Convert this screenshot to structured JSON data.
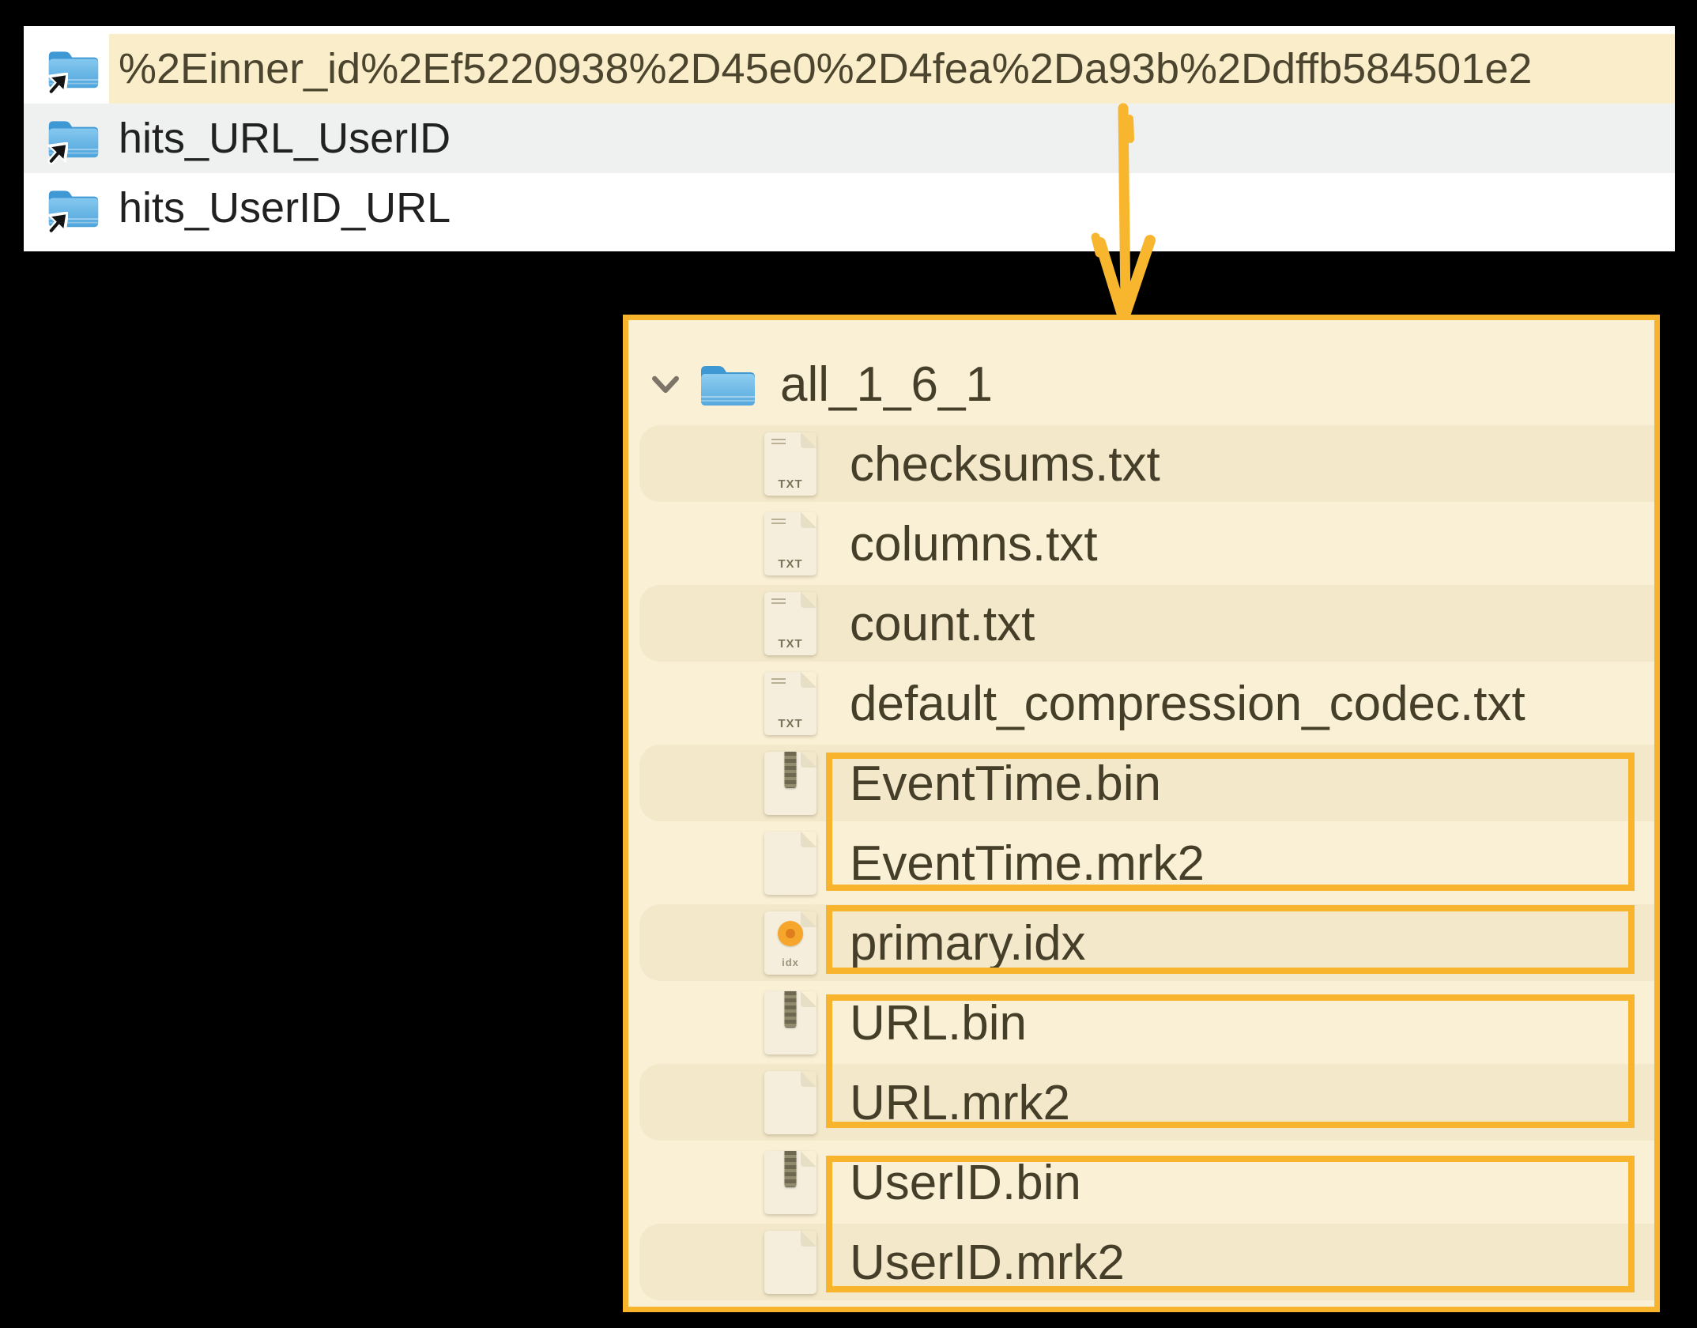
{
  "colors": {
    "accent_amber": "#F7B42C",
    "panel_cream": "#FAF0D6",
    "stripe_cream": "#F3E8CA",
    "selection_highlight": "#FAEDCA",
    "alt_row_gray": "#EFF1F0",
    "top_text": "#212121",
    "selected_text": "#4B452F",
    "bottom_text": "#453F29",
    "folder_blue": "#58ABDF"
  },
  "top_panel": {
    "rows": [
      {
        "label": "%2Einner_id%2Ef5220938%2D45e0%2D4fea%2Da93b%2Ddffb584501e2",
        "icon": "folder-alias-icon",
        "highlighted": true
      },
      {
        "label": "hits_URL_UserID",
        "icon": "folder-alias-icon",
        "highlighted": false
      },
      {
        "label": "hits_UserID_URL",
        "icon": "folder-alias-icon",
        "highlighted": false
      }
    ]
  },
  "annotations": {
    "arrow_icon": "hand-drawn-down-arrow",
    "highlight_groups": [
      {
        "items": "EventTime.bin, EventTime.mrk2"
      },
      {
        "items": "primary.idx"
      },
      {
        "items": "URL.bin, URL.mrk2"
      },
      {
        "items": "UserID.bin, UserID.mrk2"
      }
    ]
  },
  "bottom_panel": {
    "root_folder": {
      "label": "all_1_6_1",
      "icon": "folder-icon",
      "chevron": "chevron-down-icon",
      "expanded": true
    },
    "files": [
      {
        "label": "checksums.txt",
        "icon": "txt-file-icon",
        "badge": "TXT"
      },
      {
        "label": "columns.txt",
        "icon": "txt-file-icon",
        "badge": "TXT"
      },
      {
        "label": "count.txt",
        "icon": "txt-file-icon",
        "badge": "TXT"
      },
      {
        "label": "default_compression_codec.txt",
        "icon": "txt-file-icon",
        "badge": "TXT"
      },
      {
        "label": "EventTime.bin",
        "icon": "bin-file-icon",
        "badge": ""
      },
      {
        "label": "EventTime.mrk2",
        "icon": "plain-file-icon",
        "badge": ""
      },
      {
        "label": "primary.idx",
        "icon": "idx-file-icon",
        "badge": "idx"
      },
      {
        "label": "URL.bin",
        "icon": "bin-file-icon",
        "badge": ""
      },
      {
        "label": "URL.mrk2",
        "icon": "plain-file-icon",
        "badge": ""
      },
      {
        "label": "UserID.bin",
        "icon": "bin-file-icon",
        "badge": ""
      },
      {
        "label": "UserID.mrk2",
        "icon": "plain-file-icon",
        "badge": ""
      }
    ]
  }
}
